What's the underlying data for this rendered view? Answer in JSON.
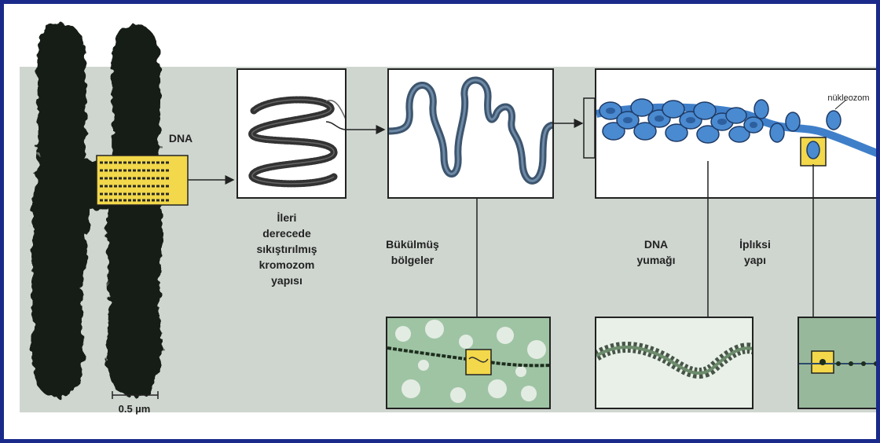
{
  "labels": {
    "dna": "DNA",
    "compressed": [
      "İleri",
      "derecede",
      "sıkıştırılmış",
      "kromozom",
      "yapısı"
    ],
    "coiled": [
      "Bükülmüş",
      "bölgeler"
    ],
    "dna_coil": [
      "DNA",
      "yumağı"
    ],
    "fiber": [
      "İplıksi",
      "yapı"
    ],
    "nucleosome": "nükleozom",
    "scale": "0.5 µm"
  },
  "colors": {
    "border": "#1a2a8a",
    "band": "#cfd6d0",
    "chromosome": "#141a14",
    "highlight": "#f2d84a",
    "nucleosome_blue": "#3f7fc9",
    "micrograph_green": "#9fc4a4"
  }
}
